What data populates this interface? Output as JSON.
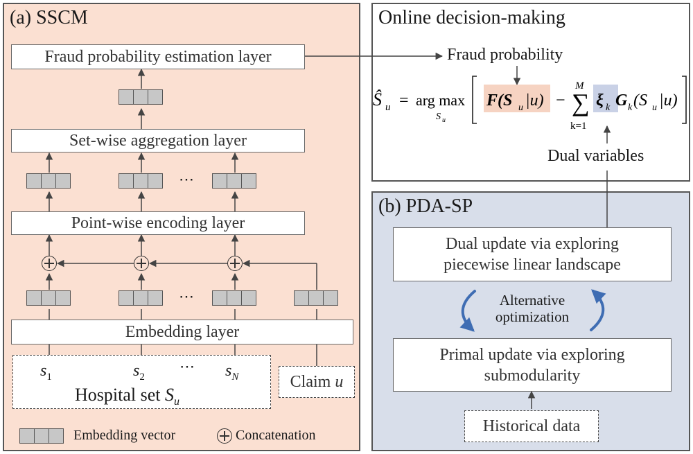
{
  "panel_a": {
    "title": "(a) SSCM",
    "fraud_layer": "Fraud probability estimation layer",
    "aggregation_layer": "Set-wise aggregation layer",
    "encoding_layer": "Point-wise encoding layer",
    "embedding_layer": "Embedding layer",
    "ellipsis": "⋯",
    "hospital_set_label": "Hospital set ",
    "hospital_set_var": "S",
    "hospital_set_sub": "u",
    "claim_label": "Claim ",
    "claim_var": "u",
    "s_items": [
      {
        "var": "s",
        "sub": "1"
      },
      {
        "var": "s",
        "sub": "2"
      },
      {
        "var": "s",
        "sub": "N"
      }
    ]
  },
  "legend": {
    "embedding_vector": "Embedding vector",
    "concatenation": "Concatenation"
  },
  "online": {
    "title": "Online decision-making",
    "fraud_probability": "Fraud probability",
    "dual_variables": "Dual variables",
    "formula": {
      "lhs": "Ŝ",
      "lhs_sub": "u",
      "eq": "=",
      "argmax": "arg max",
      "argmax_sub": "S",
      "argmax_sub_sub": "u",
      "F_term": "F(S",
      "F_sub": "u",
      "F_end": "|u)",
      "minus": "−",
      "sum_top": "M",
      "sum_bottom": "k=1",
      "xi": "ξ",
      "xi_sub": "k",
      "G": "G",
      "G_sub": "k",
      "G_args": "(S",
      "G_args_sub": "u",
      "G_args_end": "|u)"
    }
  },
  "panel_b": {
    "title": "(b) PDA-SP",
    "dual_update_line1": "Dual update via exploring",
    "dual_update_line2": "piecewise linear landscape",
    "alt_line1": "Alternative",
    "alt_line2": "optimization",
    "primal_update_line1": "Primal update via exploring",
    "primal_update_line2": "submodularity",
    "historical_data": "Historical data"
  },
  "colors": {
    "panel_a_bg": "#fbe0d2",
    "panel_b_bg": "#d8deea",
    "embedding_cell": "#c7c7c7",
    "highlight_F": "#f6d3c2",
    "highlight_xi": "#c9d1e6",
    "curved_arrow": "#3f6db3"
  }
}
